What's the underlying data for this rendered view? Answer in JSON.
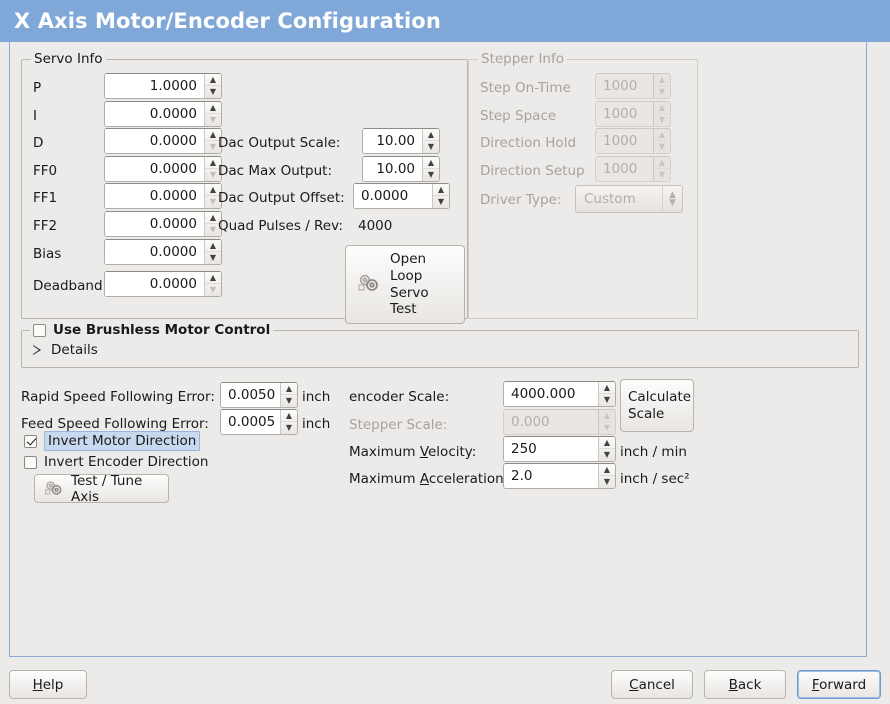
{
  "window": {
    "title": "X Axis Motor/Encoder Configuration",
    "title_bar_color": "#7fa8d8",
    "background_color": "#edebe9",
    "frame_border_color": "#8aaad4"
  },
  "servo_info": {
    "legend": "Servo Info",
    "fields": [
      {
        "label": "P",
        "value": "1.0000",
        "up_enabled": true,
        "down_enabled": true
      },
      {
        "label": "I",
        "value": "0.0000",
        "up_enabled": true,
        "down_enabled": false
      },
      {
        "label": "D",
        "value": "0.0000",
        "up_enabled": true,
        "down_enabled": false
      },
      {
        "label": "FF0",
        "value": "0.0000",
        "up_enabled": true,
        "down_enabled": false
      },
      {
        "label": "FF1",
        "value": "0.0000",
        "up_enabled": true,
        "down_enabled": false
      },
      {
        "label": "FF2",
        "value": "0.0000",
        "up_enabled": true,
        "down_enabled": false
      },
      {
        "label": "Bias",
        "value": "0.0000",
        "up_enabled": true,
        "down_enabled": true
      },
      {
        "label": "Deadband",
        "value": "0.0000",
        "up_enabled": true,
        "down_enabled": false
      }
    ],
    "dac": [
      {
        "label": "Dac Output Scale:",
        "value": "10.00",
        "up_enabled": true,
        "down_enabled": true
      },
      {
        "label": "Dac Max Output:",
        "value": "10.00",
        "up_enabled": true,
        "down_enabled": true
      },
      {
        "label": "Dac Output Offset:",
        "value": "0.0000",
        "up_enabled": true,
        "down_enabled": true
      }
    ],
    "quad_pulses_label": "Quad Pulses / Rev:",
    "quad_pulses_value": "4000",
    "open_loop_button": {
      "line1": "Open",
      "line2": "Loop",
      "line3": "Servo",
      "line4": "Test",
      "icon": "gears-icon"
    }
  },
  "stepper_info": {
    "legend": "Stepper Info",
    "disabled": true,
    "fields": [
      {
        "label": "Step On-Time",
        "value": "1000"
      },
      {
        "label": "Step Space",
        "value": "1000"
      },
      {
        "label": "Direction Hold",
        "value": "1000"
      },
      {
        "label": "Direction Setup",
        "value": "1000"
      }
    ],
    "driver_type_label": "Driver Type:",
    "driver_type_value": "Custom"
  },
  "brushless": {
    "checkbox_label": "Use Brushless Motor Control",
    "checked": false,
    "details_label": "Details",
    "details_expanded": false
  },
  "following_error": {
    "rapid_label": "Rapid Speed Following Error:",
    "rapid_value": "0.0050",
    "rapid_unit": "inch",
    "feed_label": "Feed Speed Following Error:",
    "feed_value": "0.0005",
    "feed_unit": "inch"
  },
  "invert": {
    "motor_label": "Invert Motor Direction",
    "motor_checked": true,
    "motor_focused": true,
    "encoder_label": "Invert Encoder Direction",
    "encoder_checked": false
  },
  "test_tune_button": {
    "label": "Test / Tune Axis",
    "icon": "gears-icon"
  },
  "scales": {
    "encoder_label": "encoder Scale:",
    "encoder_value": "4000.000",
    "stepper_label": "Stepper Scale:",
    "stepper_value": "0.000",
    "stepper_disabled": true,
    "calculate_button_line1": "Calculate",
    "calculate_button_line2": "Scale",
    "max_velocity_label_pre": "Maximum ",
    "max_velocity_label_key": "V",
    "max_velocity_label_post": "elocity:",
    "max_velocity_value": "250",
    "max_velocity_unit": "inch / min",
    "max_accel_label_pre": "Maximum ",
    "max_accel_label_key": "A",
    "max_accel_label_post": "cceleration:",
    "max_accel_value": "2.0",
    "max_accel_unit": "inch / sec²"
  },
  "footer": {
    "help": {
      "pre": "",
      "key": "H",
      "post": "elp"
    },
    "cancel": {
      "pre": "",
      "key": "C",
      "post": "ancel"
    },
    "back": {
      "pre": "",
      "key": "B",
      "post": "ack"
    },
    "forward": {
      "pre": "",
      "key": "F",
      "post": "orward",
      "focused": true
    }
  }
}
